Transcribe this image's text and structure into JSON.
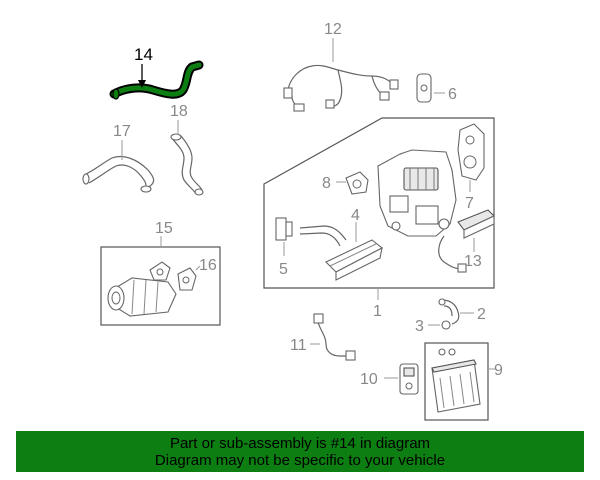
{
  "callouts": {
    "c1": "1",
    "c2": "2",
    "c3": "3",
    "c4": "4",
    "c5": "5",
    "c6": "6",
    "c7": "7",
    "c8": "8",
    "c9": "9",
    "c10": "10",
    "c11": "11",
    "c12": "12",
    "c13": "13",
    "c14": "14",
    "c15": "15",
    "c16": "16",
    "c17": "17",
    "c18": "18"
  },
  "highlight": {
    "part": "14",
    "color": "#0d7f12"
  },
  "banner": {
    "line1": "Part or sub-assembly is #14 in diagram",
    "line2": "Diagram may not be specific to your vehicle",
    "background": "#0d7f12"
  }
}
